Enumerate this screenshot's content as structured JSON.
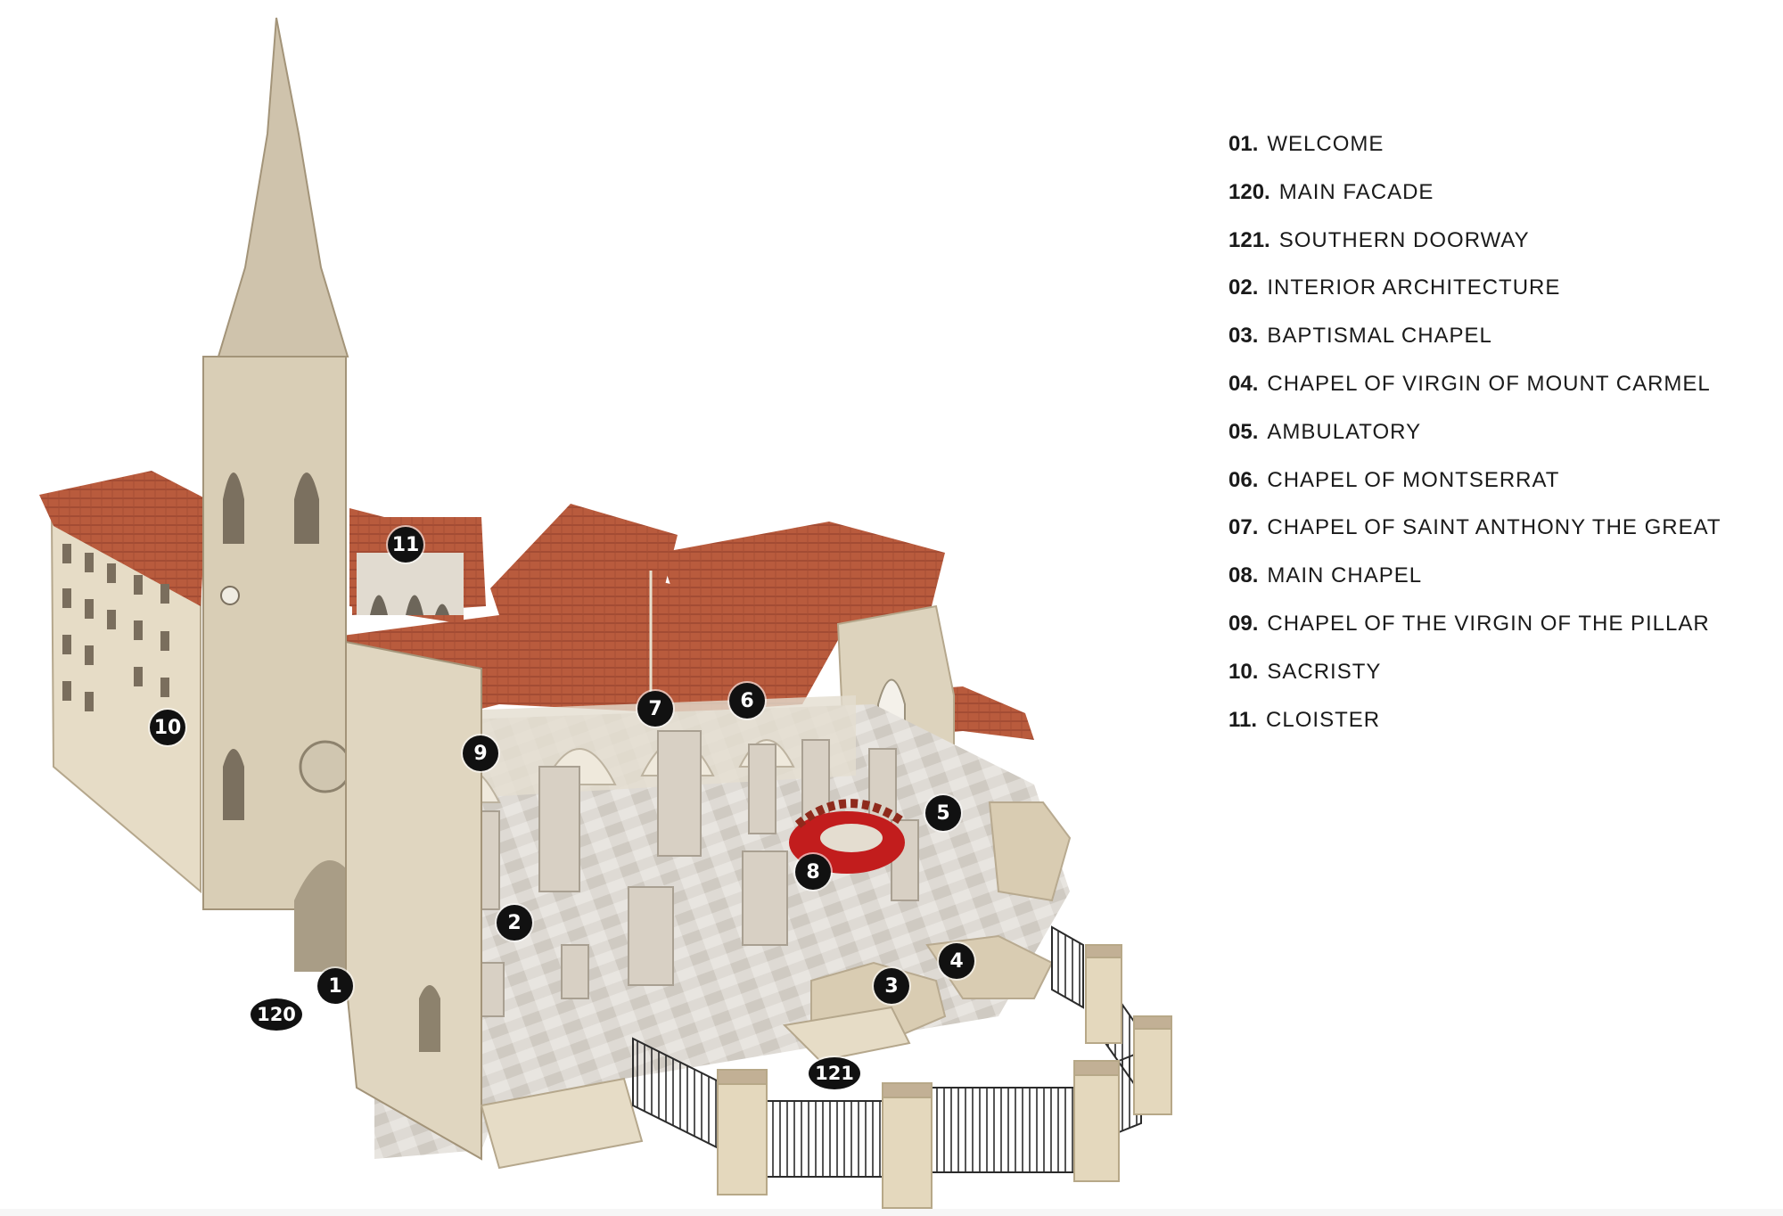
{
  "map": {
    "colors": {
      "roof": "#b85a3c",
      "roof_dark": "#8f3f28",
      "stone": "#e6dcc6",
      "stone_shade": "#c9bda4",
      "floor": "#dcd8d2",
      "marker_bg": "#111111",
      "marker_text": "#ffffff",
      "altar_red": "#c21d1d",
      "fence": "#2b2b2b"
    },
    "markers": [
      {
        "id": "1",
        "label": "1"
      },
      {
        "id": "2",
        "label": "2"
      },
      {
        "id": "3",
        "label": "3"
      },
      {
        "id": "4",
        "label": "4"
      },
      {
        "id": "5",
        "label": "5"
      },
      {
        "id": "6",
        "label": "6"
      },
      {
        "id": "7",
        "label": "7"
      },
      {
        "id": "8",
        "label": "8"
      },
      {
        "id": "9",
        "label": "9"
      },
      {
        "id": "10",
        "label": "10"
      },
      {
        "id": "11",
        "label": "11"
      },
      {
        "id": "120",
        "label": "120"
      },
      {
        "id": "121",
        "label": "121"
      }
    ]
  },
  "legend": [
    {
      "num": "01.",
      "name": "WELCOME"
    },
    {
      "num": "120.",
      "name": "MAIN FACADE"
    },
    {
      "num": "121.",
      "name": "SOUTHERN DOORWAY"
    },
    {
      "num": "02.",
      "name": "INTERIOR ARCHITECTURE"
    },
    {
      "num": "03.",
      "name": "BAPTISMAL CHAPEL"
    },
    {
      "num": "04.",
      "name": "CHAPEL OF VIRGIN OF MOUNT CARMEL"
    },
    {
      "num": "05.",
      "name": "AMBULATORY"
    },
    {
      "num": "06.",
      "name": "CHAPEL OF MONTSERRAT"
    },
    {
      "num": "07.",
      "name": "CHAPEL OF SAINT ANTHONY THE GREAT"
    },
    {
      "num": "08.",
      "name": "MAIN CHAPEL"
    },
    {
      "num": "09.",
      "name": "CHAPEL OF THE VIRGIN OF THE PILLAR"
    },
    {
      "num": "10.",
      "name": "SACRISTY"
    },
    {
      "num": "11.",
      "name": "CLOISTER"
    }
  ]
}
